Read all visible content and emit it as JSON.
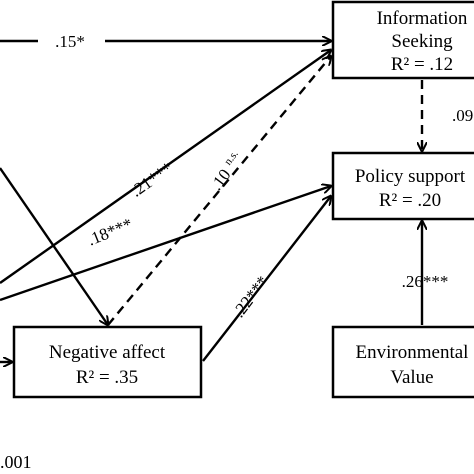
{
  "nodes": {
    "information_seeking": {
      "line1": "Information",
      "line2": "Seeking",
      "line3": "R² = .12"
    },
    "policy_support": {
      "line1": "Policy support",
      "line2": "R² = .20"
    },
    "negative_affect": {
      "line1": "Negative affect",
      "line2": "R² = .35"
    },
    "environmental_value": {
      "line1": "Environmental",
      "line2": "Value"
    }
  },
  "paths": {
    "top_to_info": ".15*",
    "left_to_info": ".21***",
    "negaff_to_info": ".10",
    "negaff_to_info_sup": "n.s.",
    "left_to_policy": ".18***",
    "negaff_to_policy": ".22***",
    "info_to_policy": ".09",
    "env_to_policy": ".26***"
  },
  "footnote": ".001"
}
